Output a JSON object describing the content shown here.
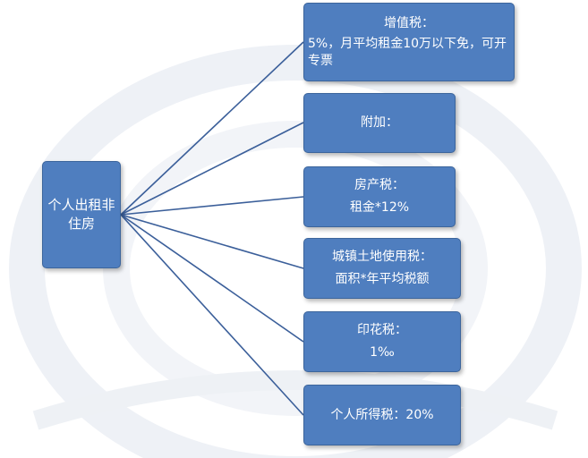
{
  "diagram": {
    "root": {
      "lines": [
        "个人出租非",
        "住房"
      ]
    },
    "branches": [
      {
        "title": "增值税：",
        "desc": "5%，月平均租金10万以下免，可开专票"
      },
      {
        "title": "附加：",
        "desc": ""
      },
      {
        "title": "房产税：",
        "desc": "租金*12%"
      },
      {
        "title": "城镇土地使用税：",
        "desc": "面积*年平均税额"
      },
      {
        "title": "印花税：",
        "desc": "1‰"
      },
      {
        "title": "个人所得税：20%",
        "desc": ""
      }
    ]
  },
  "colors": {
    "box_fill": "#4f7ebf",
    "box_border": "#3c659c",
    "connector": "#3b5f9a",
    "text": "#ffffff"
  }
}
